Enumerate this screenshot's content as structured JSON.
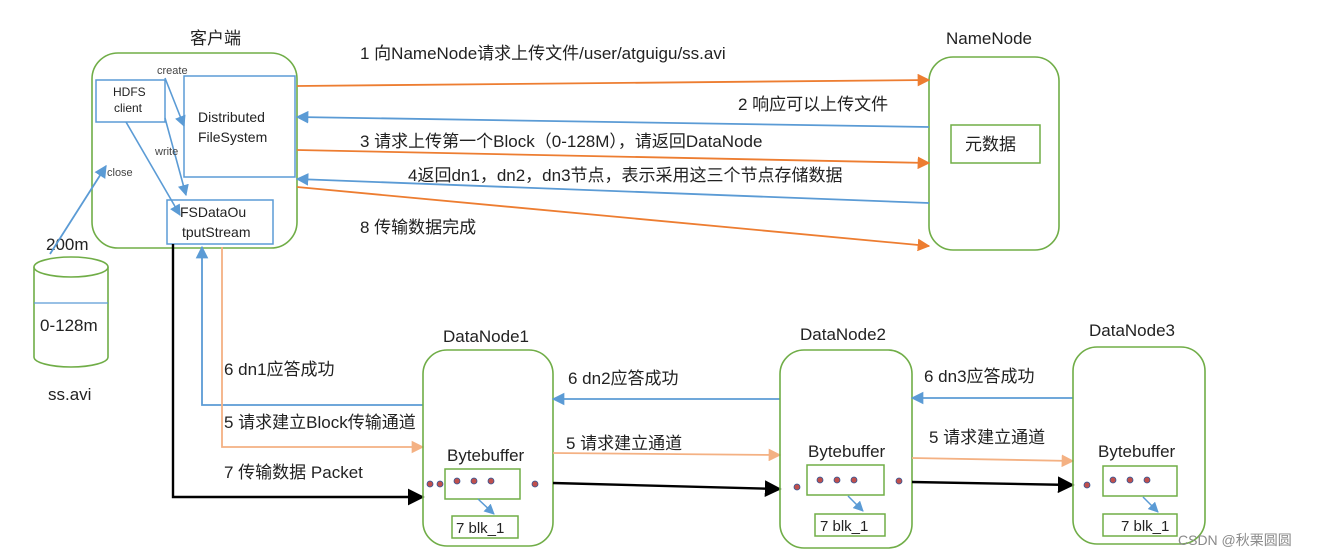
{
  "client": {
    "title": "客户端",
    "hdfs_client": [
      "HDFS",
      "client"
    ],
    "distributed_fs": [
      "Distributed",
      "FileSystem"
    ],
    "fsdata_stream": [
      "FSDataOu",
      "tputStream"
    ],
    "label_create": "create",
    "label_write": "write",
    "label_close": "close"
  },
  "file": {
    "size_label": "200m",
    "block_label": "0-128m",
    "name": "ss.avi"
  },
  "namenode": {
    "title": "NameNode",
    "metadata": "元数据"
  },
  "steps": {
    "s1": "1 向NameNode请求上传文件/user/atguigu/ss.avi",
    "s2": "2 响应可以上传文件",
    "s3": "3 请求上传第一个Block（0-128M），请返回DataNode",
    "s4": "4返回dn1，dn2，dn3节点，表示采用这三个节点存储数据",
    "s8": "8 传输数据完成",
    "s6_dn1": "6 dn1应答成功",
    "s5_client": "5 请求建立Block传输通道",
    "s7": "7 传输数据  Packet",
    "s6_dn2": "6 dn2应答成功",
    "s5_dn1": "5 请求建立通道",
    "s6_dn3": "6 dn3应答成功",
    "s5_dn2": "5 请求建立通道"
  },
  "datanodes": [
    {
      "title": "DataNode1",
      "buffer": "Bytebuffer",
      "block": "7 blk_1"
    },
    {
      "title": "DataNode2",
      "buffer": "Bytebuffer",
      "block": "7 blk_1"
    },
    {
      "title": "DataNode3",
      "buffer": "Bytebuffer",
      "block": "7 blk_1"
    }
  ],
  "watermark": "CSDN @秋栗圆圆",
  "colors": {
    "green_border": "#70ad47",
    "blue": "#5b9bd5",
    "orange": "#ed7d31",
    "light_orange": "#f4b183",
    "black": "#000000",
    "dot_fill": "#c0504d"
  }
}
